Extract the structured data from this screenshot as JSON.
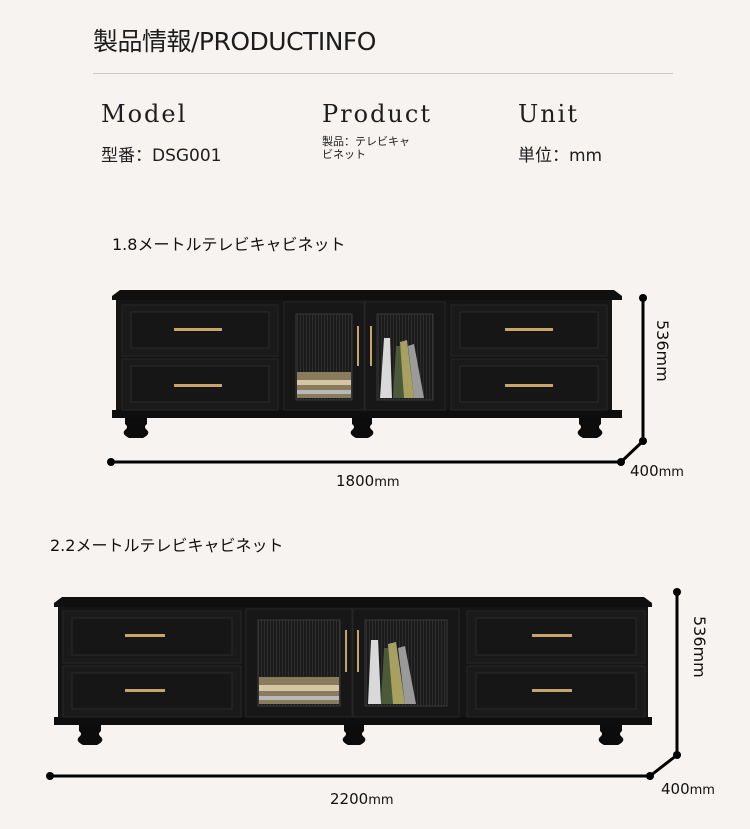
{
  "header": {
    "title": "製品情報/PRODUCTINFO"
  },
  "specs": [
    {
      "heading": "Model",
      "value": "型番：DSG001"
    },
    {
      "heading": "Product",
      "value_line1": "製品：テレビキャ",
      "value_line2": "ビネット"
    },
    {
      "heading": "Unit",
      "value": "単位：mm"
    }
  ],
  "sections": [
    {
      "title": "1.8メートルテレビキャビネット",
      "width_value": "1800",
      "width_unit": "mm",
      "height_label": "536mm",
      "depth_value": "400",
      "depth_unit": "mm"
    },
    {
      "title": "2.2メートルテレビキャビネット",
      "width_value": "2200",
      "width_unit": "mm",
      "height_label": "536mm",
      "depth_value": "400",
      "depth_unit": "mm"
    }
  ],
  "colors": {
    "background": "#f6f3f1",
    "cabinet": "#141414",
    "handle": "#c9a46a",
    "divider": "#cfc7b8"
  }
}
